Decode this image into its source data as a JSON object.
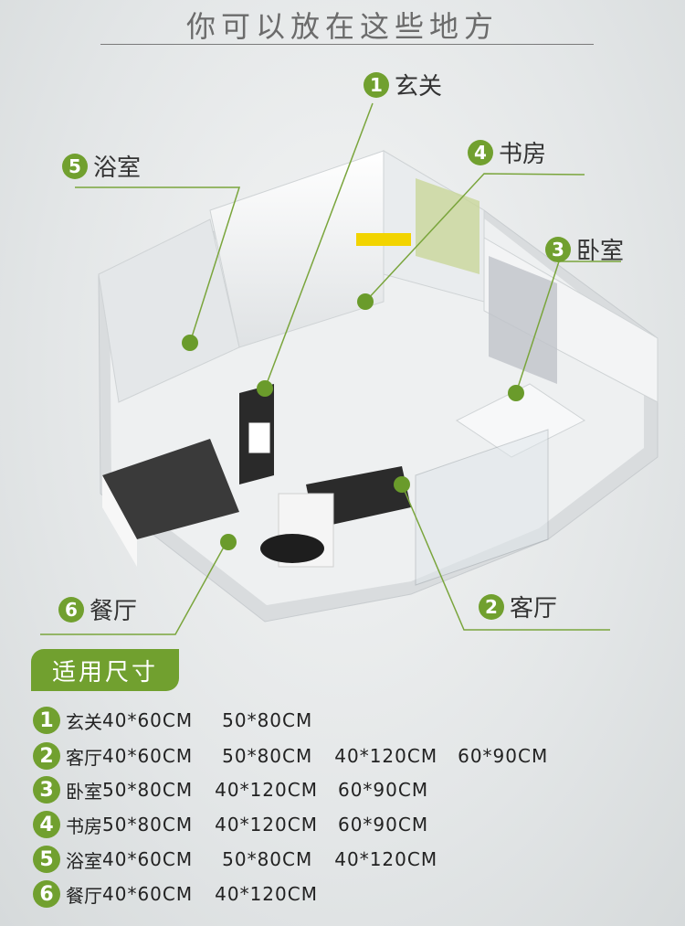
{
  "title": "你可以放在这些地方",
  "callouts": [
    {
      "num": "1",
      "room": "玄关"
    },
    {
      "num": "4",
      "room": "书房"
    },
    {
      "num": "5",
      "room": "浴室"
    },
    {
      "num": "3",
      "room": "卧室"
    },
    {
      "num": "6",
      "room": "餐厅"
    },
    {
      "num": "2",
      "room": "客厅"
    }
  ],
  "sizes_heading": "适用尺寸",
  "size_rows": [
    {
      "num": "1",
      "room": "玄关",
      "sizes": [
        "40*60CM",
        "50*80CM"
      ]
    },
    {
      "num": "2",
      "room": "客厅",
      "sizes": [
        "40*60CM",
        "50*80CM",
        "40*120CM",
        "60*90CM"
      ]
    },
    {
      "num": "3",
      "room": "卧室",
      "sizes": [
        "50*80CM",
        "40*120CM",
        "60*90CM"
      ]
    },
    {
      "num": "4",
      "room": "书房",
      "sizes": [
        "50*80CM",
        "40*120CM",
        "60*90CM"
      ]
    },
    {
      "num": "5",
      "room": "浴室",
      "sizes": [
        "40*60CM",
        "50*80CM",
        "40*120CM"
      ]
    },
    {
      "num": "6",
      "room": "餐厅",
      "sizes": [
        "40*60CM",
        "40*120CM"
      ]
    }
  ],
  "colors": {
    "accent": "#71a02f",
    "line": "#7aa53c"
  }
}
